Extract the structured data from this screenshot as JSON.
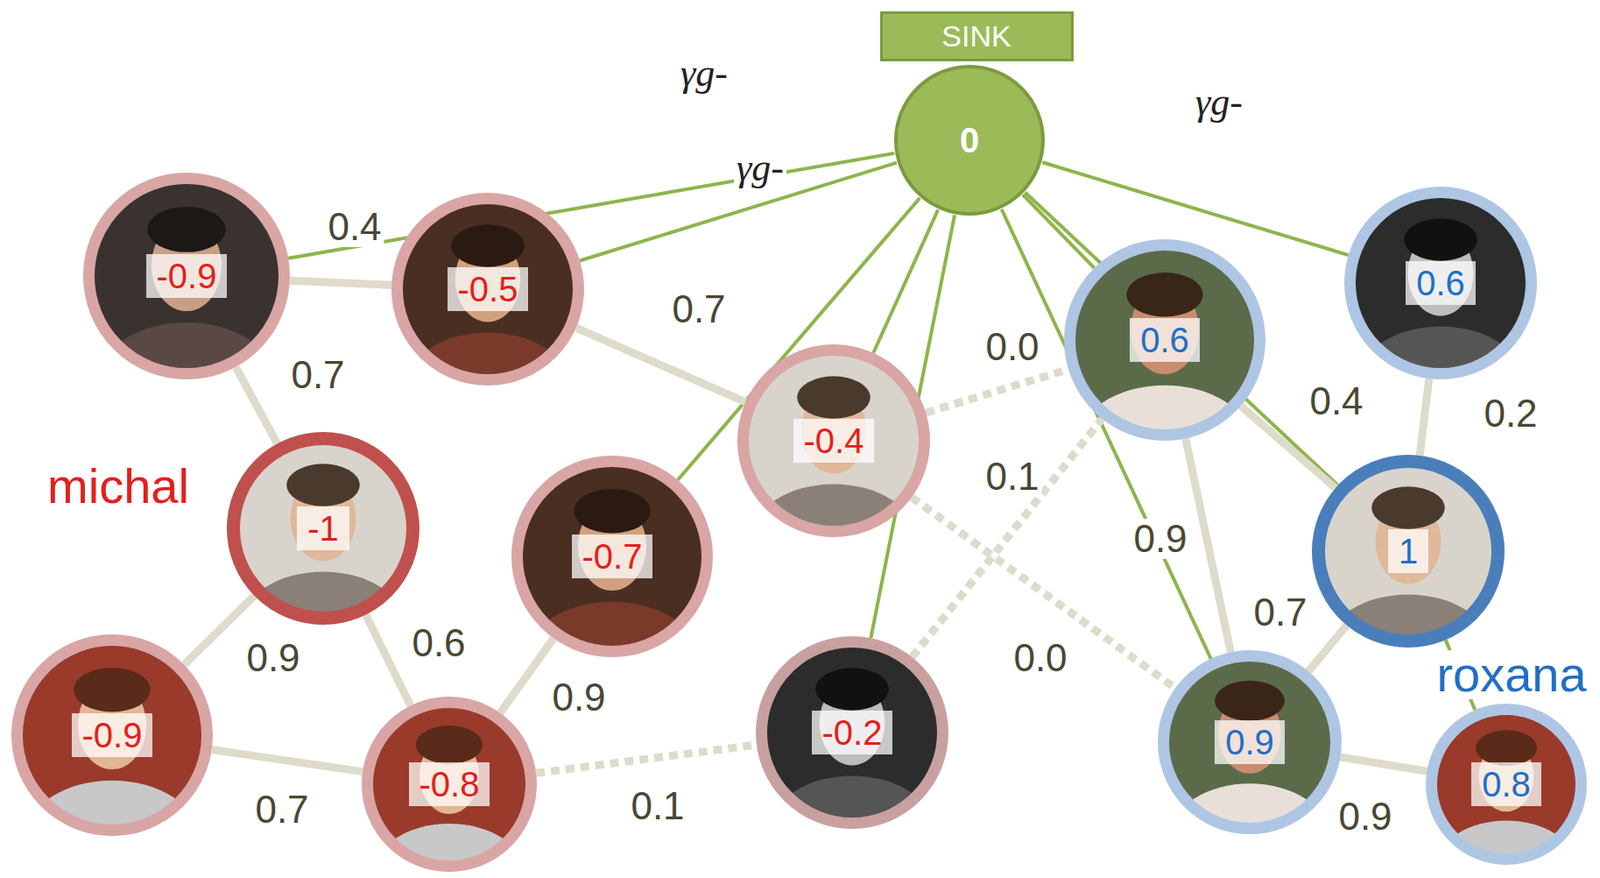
{
  "diagram": {
    "nodes": [
      {
        "text": [
          "SINK",
          "0"
        ]
      },
      {
        "text": [
          "-0.9"
        ]
      },
      {
        "text": [
          "-0.5"
        ]
      },
      {
        "text": [
          "-0.4"
        ]
      },
      {
        "text": [
          "0.6"
        ]
      },
      {
        "text": [
          "0.6"
        ]
      },
      {
        "text": [
          "michal",
          "-1"
        ]
      },
      {
        "text": [
          "-0.7"
        ]
      },
      {
        "text": [
          "roxana",
          "1"
        ]
      },
      {
        "text": [
          "-0.9"
        ]
      },
      {
        "text": [
          "-0.8"
        ]
      },
      {
        "text": [
          "-0.2"
        ]
      },
      {
        "text": [
          "0.9"
        ]
      },
      {
        "text": [
          "0.8"
        ]
      }
    ],
    "edges": [
      {
        "from": 0,
        "to": 1,
        "arrow": "none",
        "label": "γg-"
      },
      {
        "from": 0,
        "to": 2,
        "arrow": "none",
        "label": "γg-"
      },
      {
        "from": 0,
        "to": 5,
        "arrow": "none",
        "label": "γg-"
      },
      {
        "from": 0,
        "to": 3,
        "arrow": "none"
      },
      {
        "from": 0,
        "to": 7,
        "arrow": "none"
      },
      {
        "from": 0,
        "to": 11,
        "arrow": "none"
      },
      {
        "from": 0,
        "to": 4,
        "arrow": "none"
      },
      {
        "from": 0,
        "to": 12,
        "arrow": "none"
      },
      {
        "from": 0,
        "to": 8,
        "arrow": "none"
      },
      {
        "from": 8,
        "to": 13,
        "arrow": "none"
      },
      {
        "from": 1,
        "to": 2,
        "arrow": "none",
        "label": "0.4"
      },
      {
        "from": 1,
        "to": 6,
        "arrow": "none",
        "label": "0.7"
      },
      {
        "from": 2,
        "to": 3,
        "arrow": "none",
        "label": "0.7"
      },
      {
        "from": 3,
        "to": 4,
        "arrow": "none",
        "label": "0.0"
      },
      {
        "from": 11,
        "to": 4,
        "arrow": "none",
        "label": "0.1"
      },
      {
        "from": 3,
        "to": 12,
        "arrow": "none",
        "label": "0.0"
      },
      {
        "from": 4,
        "to": 12,
        "arrow": "none",
        "label": "0.9"
      },
      {
        "from": 4,
        "to": 8,
        "arrow": "none",
        "label": "0.4"
      },
      {
        "from": 5,
        "to": 8,
        "arrow": "none",
        "label": "0.2"
      },
      {
        "from": 8,
        "to": 12,
        "arrow": "none",
        "label": "0.7"
      },
      {
        "from": 12,
        "to": 13,
        "arrow": "none",
        "label": "0.9"
      },
      {
        "from": 6,
        "to": 9,
        "arrow": "none",
        "label": "0.9"
      },
      {
        "from": 6,
        "to": 10,
        "arrow": "none",
        "label": "0.6"
      },
      {
        "from": 9,
        "to": 10,
        "arrow": "none",
        "label": "0.7"
      },
      {
        "from": 7,
        "to": 10,
        "arrow": "none",
        "label": "0.9"
      },
      {
        "from": 10,
        "to": 11,
        "arrow": "none",
        "label": "0.1"
      }
    ]
  }
}
